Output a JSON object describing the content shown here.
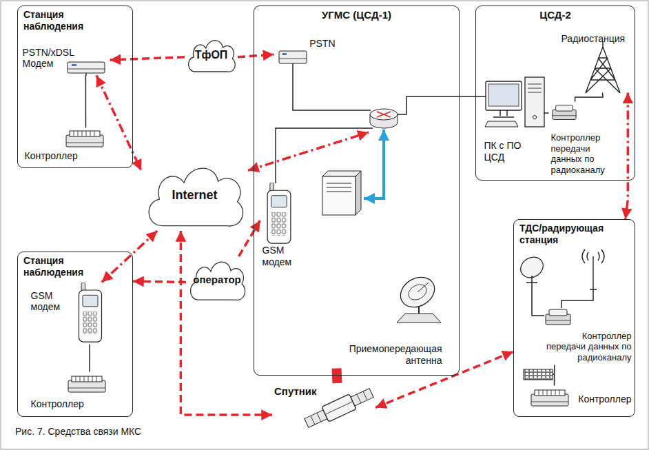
{
  "diagram": {
    "caption": "Рис. 7. Средства связи МКС",
    "nodes": [
      {
        "text": [
          "Станция наблюдения"
        ]
      },
      {
        "text": [
          "PSTN/xDSL Модем"
        ],
        "in": 0
      },
      {
        "text": [
          "Контроллер"
        ],
        "in": 0
      },
      {
        "text": [
          "УГМС (ЦСД-1)"
        ]
      },
      {
        "text": [
          "PSTN"
        ],
        "in": 3
      },
      {
        "text": [
          "GSM модем"
        ],
        "in": 3
      },
      {
        "text": [
          "Приемопередающая антенна"
        ],
        "in": 3
      },
      {
        "text": [
          "ТфОП"
        ]
      },
      {
        "text": [
          "Internet"
        ]
      },
      {
        "text": [
          "оператор"
        ]
      },
      {
        "text": [
          "Станция наблюдения"
        ]
      },
      {
        "text": [
          "GSM модем"
        ],
        "in": 10
      },
      {
        "text": [
          "Контроллер"
        ],
        "in": 10
      },
      {
        "text": [
          "ЦСД-2"
        ]
      },
      {
        "text": [
          "Радиостанция"
        ],
        "in": 13
      },
      {
        "text": [
          "ПК с ПО ЦСД"
        ],
        "in": 13
      },
      {
        "text": [
          "Контроллер передачи данных по радиоканалу"
        ],
        "in": 13
      },
      {
        "text": [
          "Спутник"
        ]
      },
      {
        "text": [
          "ТДС/радирующая станция"
        ]
      },
      {
        "text": [
          "Контроллер передачи данных по радиоканалу"
        ],
        "in": 18
      },
      {
        "text": [
          "Контроллер"
        ],
        "in": 18
      }
    ],
    "edges": [
      {
        "from": 7,
        "to": 1,
        "arrow": "to"
      },
      {
        "from": 7,
        "to": 4,
        "arrow": "to"
      },
      {
        "from": 1,
        "to": 8,
        "arrow": "both"
      },
      {
        "from": 8,
        "to": 3,
        "arrow": "both"
      },
      {
        "from": 8,
        "to": 11,
        "arrow": "both"
      },
      {
        "from": 9,
        "to": 5,
        "arrow": "to"
      },
      {
        "from": 9,
        "to": 10,
        "arrow": "to"
      },
      {
        "from": 8,
        "to": 17,
        "arrow": "both"
      },
      {
        "from": 6,
        "to": 17,
        "arrow": "none"
      },
      {
        "from": 17,
        "to": 18,
        "arrow": "both"
      },
      {
        "from": 14,
        "to": 18,
        "arrow": "both"
      },
      {
        "from": 1,
        "to": 2,
        "arrow": "none"
      },
      {
        "from": 11,
        "to": 12,
        "arrow": "none"
      },
      {
        "from": 15,
        "to": 16,
        "arrow": "none"
      },
      {
        "from": 16,
        "to": 14,
        "arrow": "none"
      },
      {
        "from": 19,
        "to": 20,
        "arrow": "none"
      }
    ]
  }
}
